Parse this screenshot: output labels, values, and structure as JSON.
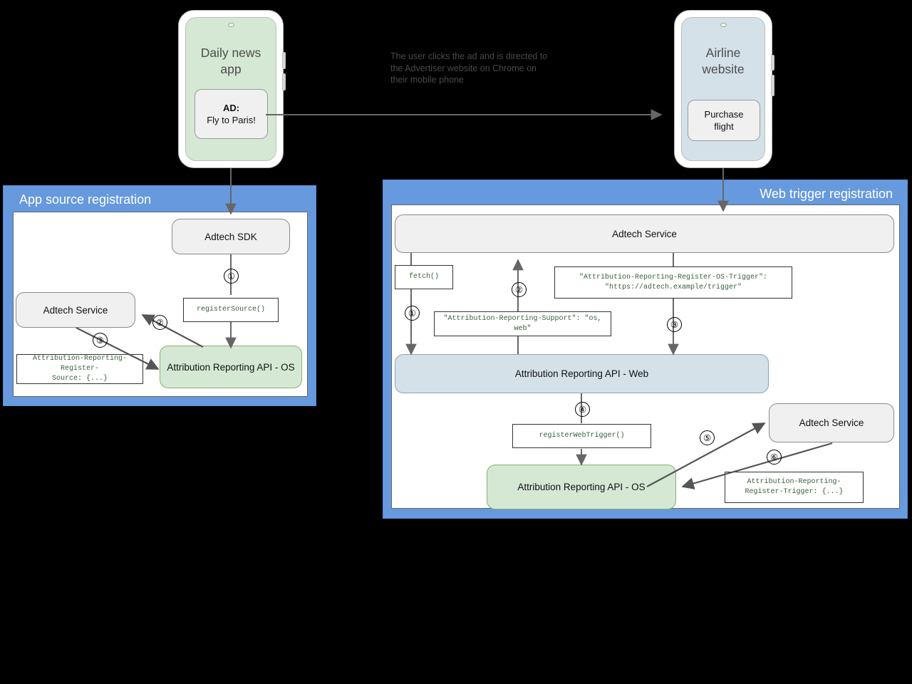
{
  "diagram": {
    "caption": "The user clicks the ad and is directed to\nthe Advertiser website on Chrome on\ntheir mobile phone",
    "accent_panel_color": "#6699dd",
    "source_node_color": "#d5e8d4",
    "web_node_color": "#d4e1e8",
    "grey_node_color": "#f0f0f0",
    "code_text_color": "#38603a"
  },
  "phones": {
    "publisher": {
      "title": "Daily news\napp",
      "screen_color": "#d5e8d4",
      "ad_card_line1": "AD:",
      "ad_card_line2": "Fly to Paris!"
    },
    "advertiser": {
      "title": "Airline\nwebsite",
      "screen_color": "#d4e1e8",
      "cta_line1": "Purchase",
      "cta_line2": "flight"
    }
  },
  "app_source_panel": {
    "title": "App source registration",
    "nodes": {
      "adtech_sdk": "Adtech SDK",
      "adtech_service": "Adtech Service",
      "attribution_os": "Attribution Reporting API - OS"
    },
    "code": {
      "register_source": "registerSource()",
      "register_source_header": "Attribution-Reporting-Register-\nSource: {...}"
    },
    "steps": [
      "①",
      "②",
      "③"
    ]
  },
  "web_trigger_panel": {
    "title": "Web trigger registration",
    "nodes": {
      "adtech_service_top": "Adtech Service",
      "attribution_web": "Attribution Reporting API - Web",
      "attribution_os": "Attribution Reporting API - OS",
      "adtech_service_bottom": "Adtech Service"
    },
    "code": {
      "fetch": "fetch()",
      "os_trigger_header": "\"Attribution-Reporting-Register-OS-Trigger\":\n    \"https://adtech.example/trigger\"",
      "support_header": "\"Attribution-Reporting-Support\": \"os, web\"",
      "register_web_trigger": "registerWebTrigger()",
      "register_trigger_header": "Attribution-Reporting-\nRegister-Trigger: {...}"
    },
    "steps": [
      "①",
      "②",
      "③",
      "④",
      "⑤",
      "⑥"
    ]
  }
}
